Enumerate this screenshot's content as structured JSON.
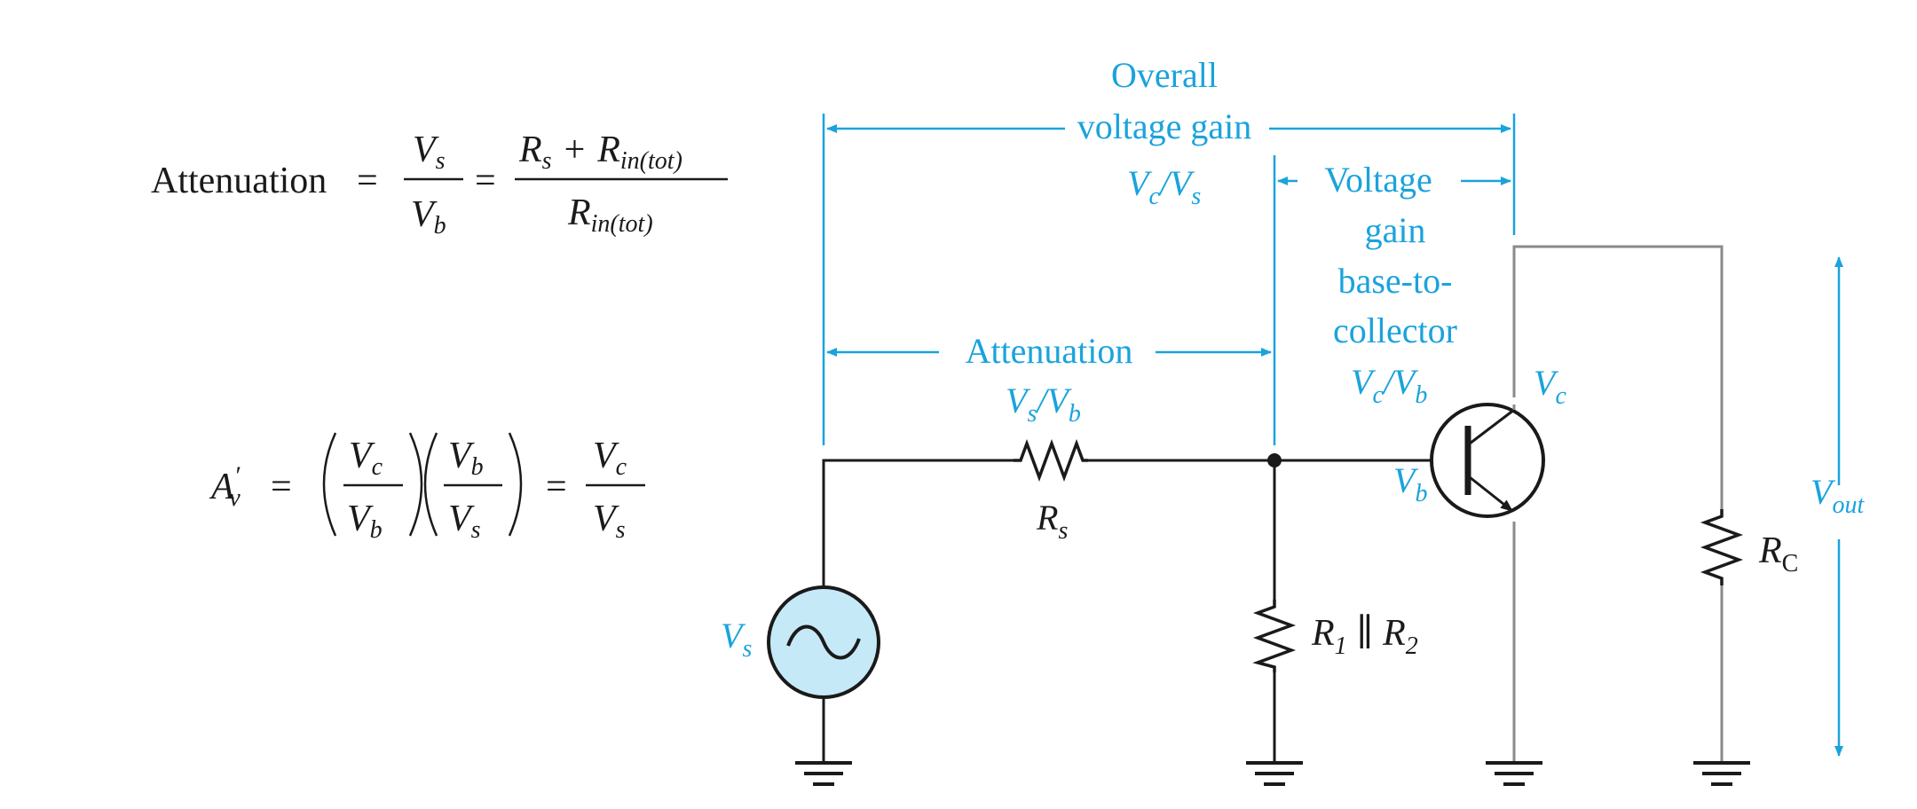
{
  "formulas": {
    "attenuation": {
      "label": "Attenuation",
      "eq": "=",
      "num1": "V",
      "num1_sub": "s",
      "den1": "V",
      "den1_sub": "b",
      "num2_a": "R",
      "num2_a_sub": "s",
      "num2_plus": "+",
      "num2_b": "R",
      "num2_b_sub": "in(tot)",
      "den2": "R",
      "den2_sub": "in(tot)"
    },
    "overall_gain": {
      "lhs": "A",
      "lhs_sub": "v",
      "lhs_prime": "′",
      "eq": "=",
      "f1_num": "V",
      "f1_num_sub": "c",
      "f1_den": "V",
      "f1_den_sub": "b",
      "f2_num": "V",
      "f2_num_sub": "b",
      "f2_den": "V",
      "f2_den_sub": "s",
      "f3_num": "V",
      "f3_num_sub": "c",
      "f3_den": "V",
      "f3_den_sub": "s"
    }
  },
  "annotations": {
    "overall_line1": "Overall",
    "overall_line2": "voltage gain",
    "overall_ratio": "V",
    "overall_ratio_sub1": "c",
    "overall_ratio_mid": "/V",
    "overall_ratio_sub2": "s",
    "vg_line1": "Voltage",
    "vg_line2": "gain",
    "vg_line3": "base-to-",
    "vg_line4": "collector",
    "vg_ratio": "V",
    "vg_ratio_sub1": "c",
    "vg_ratio_mid": "/V",
    "vg_ratio_sub2": "b",
    "att_label": "Attenuation",
    "att_ratio": "V",
    "att_ratio_sub1": "s",
    "att_ratio_mid": "/V",
    "att_ratio_sub2": "b"
  },
  "components": {
    "rs": "R",
    "rs_sub": "s",
    "r12_a": "R",
    "r12_a_sub": "1",
    "r12_mid": " ∥ ",
    "r12_b": "R",
    "r12_b_sub": "2",
    "rc": "R",
    "rc_sub": "C",
    "vs": "V",
    "vs_sub": "s",
    "vb": "V",
    "vb_sub": "b",
    "vc": "V",
    "vc_sub": "c",
    "vout": "V",
    "vout_sub": "out"
  },
  "colors": {
    "annotation_blue": "#1aa3dc",
    "source_fill": "#c6e9f8",
    "wire": "#1a1a1a",
    "collector_wire": "#8a8a8a"
  }
}
